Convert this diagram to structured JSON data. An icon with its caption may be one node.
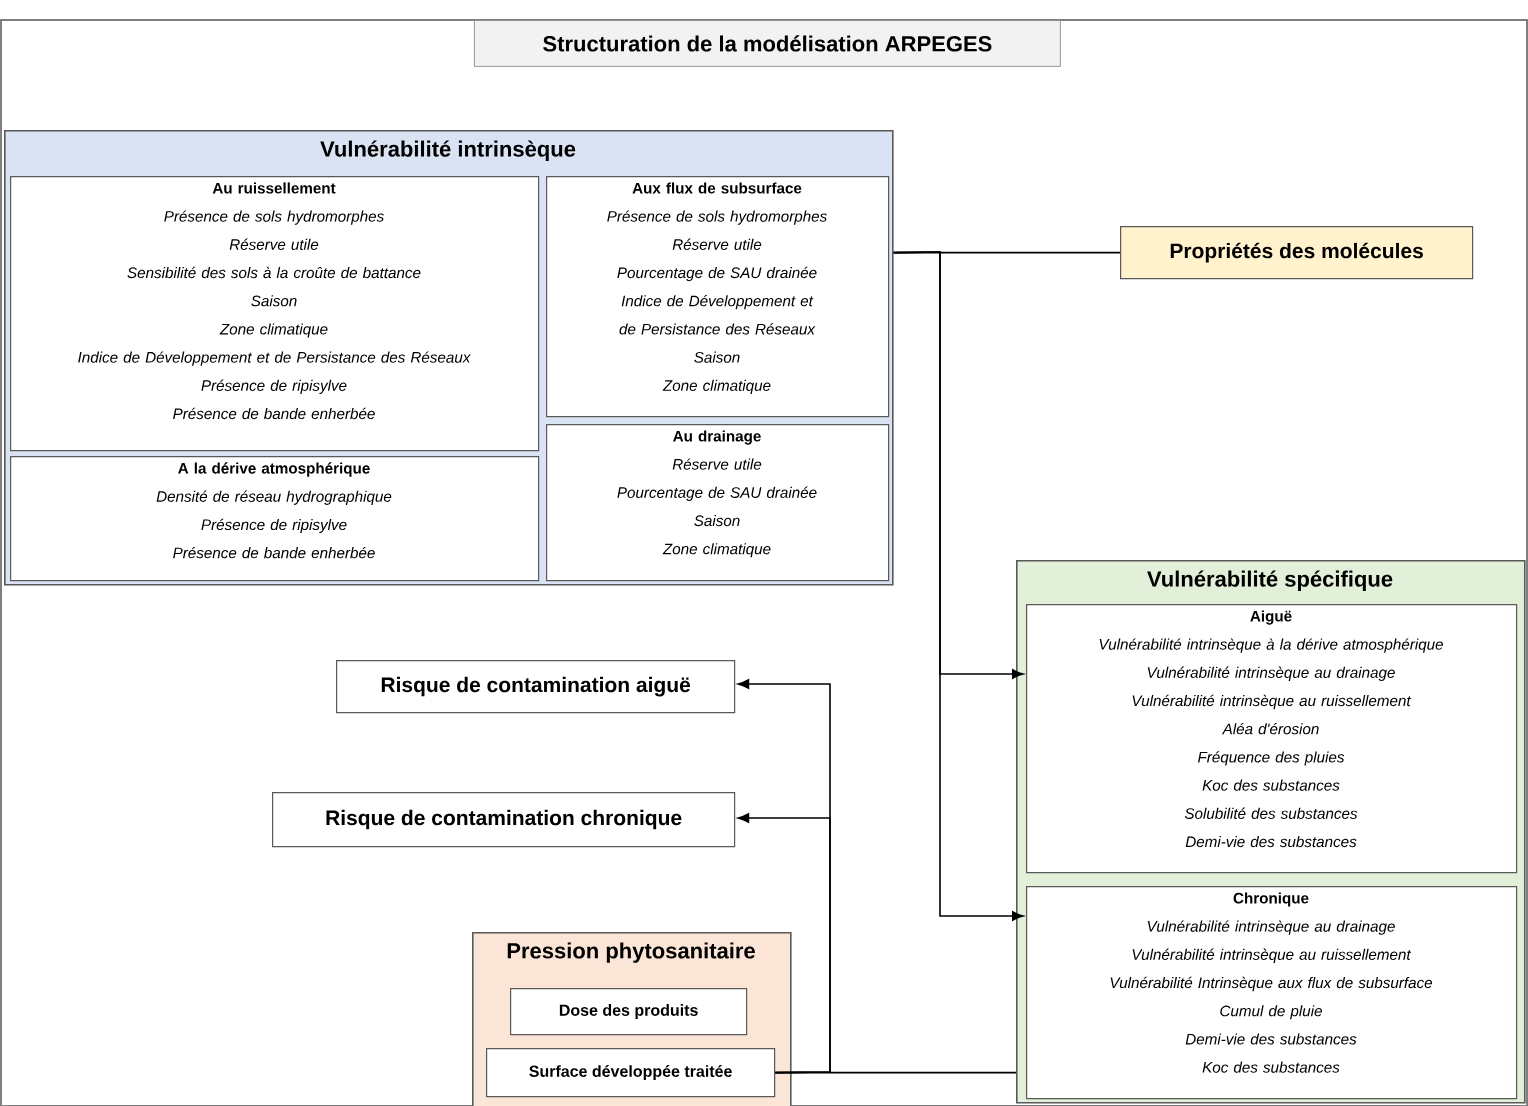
{
  "diagram": {
    "title": "Structuration de la modélisation ARPEGES",
    "nodes": [
      {
        "text": [
          "Vulnérabilité intrinsèque"
        ]
      },
      {
        "text": [
          "Au ruissellement",
          "Présence de sols hydromorphes",
          "Réserve utile",
          "Sensibilité des sols à la croûte de battance",
          "Saison",
          "Zone climatique",
          "Indice de Développement et de Persistance des Réseaux",
          "Présence de ripisylve",
          "Présence de bande enherbée"
        ],
        "in": 0
      },
      {
        "text": [
          "Aux flux de subsurface",
          "Présence de sols hydromorphes",
          "Réserve utile",
          "Pourcentage de SAU drainée",
          "Indice de Développement et de Persistance des Réseaux",
          "Saison",
          "Zone climatique"
        ],
        "in": 0
      },
      {
        "text": [
          "A la dérive atmosphérique",
          "Densité de réseau hydrographique",
          "Présence de ripisylve",
          "Présence de bande enherbée"
        ],
        "in": 0
      },
      {
        "text": [
          "Au drainage",
          "Réserve utile",
          "Pourcentage de SAU drainée",
          "Saison",
          "Zone climatique"
        ],
        "in": 0
      },
      {
        "text": [
          "Propriétés des molécules"
        ]
      },
      {
        "text": [
          "Vulnérabilité spécifique"
        ]
      },
      {
        "text": [
          "Aiguë",
          "Vulnérabilité intrinsèque à la dérive atmosphérique",
          "Vulnérabilité intrinsèque au drainage",
          "Vulnérabilité intrinsèque au ruissellement",
          "Aléa d'érosion",
          "Fréquence des pluies",
          "Koc des substances",
          "Solubilité des substances",
          "Demi-vie des substances"
        ],
        "in": 6
      },
      {
        "text": [
          "Chronique",
          "Vulnérabilité intrinsèque au drainage",
          "Vulnérabilité intrinsèque au ruissellement",
          "Vulnérabilité Intrinsèque aux flux de subsurface",
          "Cumul de pluie",
          "Demi-vie des substances",
          "Koc des substances"
        ],
        "in": 6
      },
      {
        "text": [
          "Risque de contamination aiguë"
        ]
      },
      {
        "text": [
          "Risque de contamination chronique"
        ]
      },
      {
        "text": [
          "Pression phytosanitaire"
        ]
      },
      {
        "text": [
          "Dose des produits"
        ],
        "in": 11
      },
      {
        "text": [
          "Surface développée traitée"
        ],
        "in": 11
      }
    ],
    "edges": [
      {
        "from": 0,
        "to": 5,
        "arrow": "none"
      },
      {
        "from": 0,
        "to": 7,
        "arrow": "to"
      },
      {
        "from": 0,
        "to": 8,
        "arrow": "to"
      },
      {
        "from": 13,
        "to": 6,
        "arrow": "none"
      },
      {
        "from": 13,
        "to": 9,
        "arrow": "to"
      },
      {
        "from": 13,
        "to": 10,
        "arrow": "to"
      }
    ]
  }
}
